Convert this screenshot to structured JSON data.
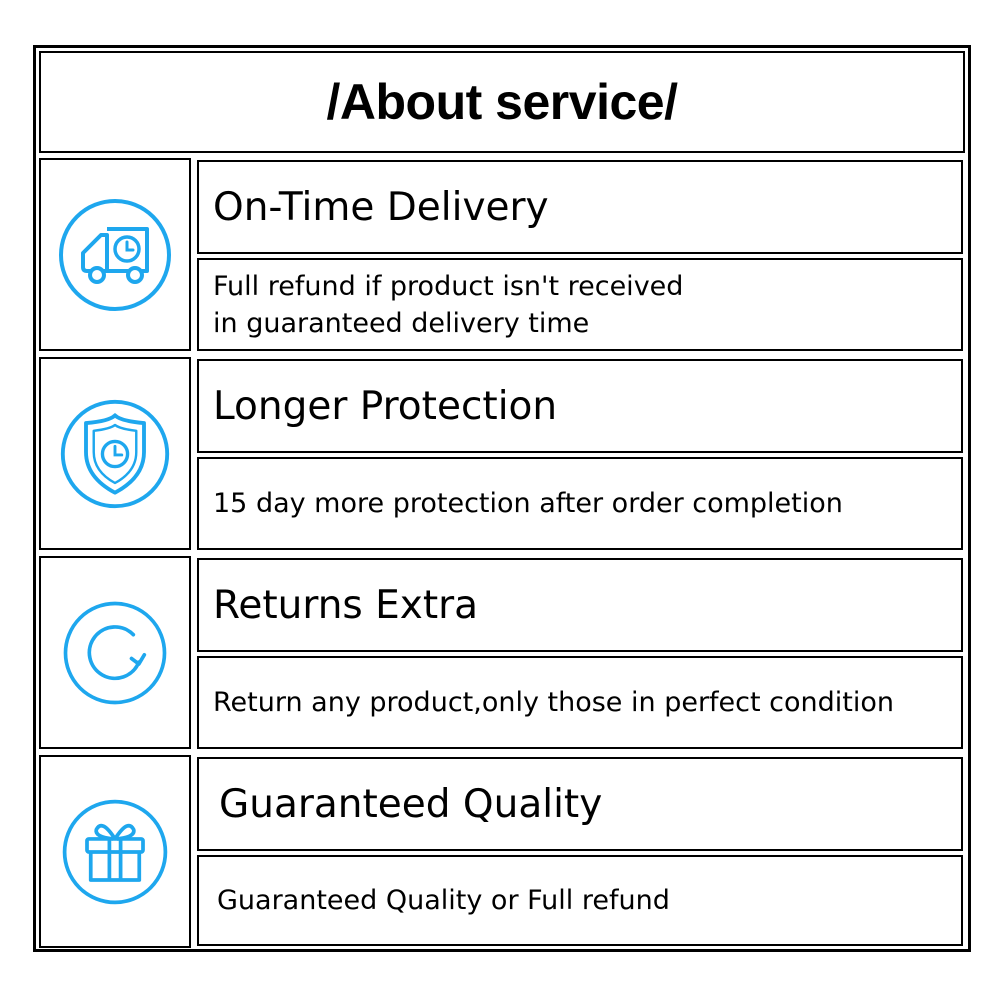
{
  "header": {
    "title": "/About service/"
  },
  "accent_color": "#1ea7ee",
  "services": [
    {
      "icon": "delivery-truck-clock-icon",
      "title": "On-Time Delivery",
      "description": "Full refund if product isn't received\nin guaranteed delivery time"
    },
    {
      "icon": "shield-clock-icon",
      "title": "Longer Protection",
      "description": "15 day more protection after order completion"
    },
    {
      "icon": "refresh-arrow-icon",
      "title": "Returns Extra",
      "description": "Return any product,only those in perfect condition"
    },
    {
      "icon": "gift-box-icon",
      "title": "Guaranteed Quality",
      "description": "Guaranteed Quality or Full refund"
    }
  ]
}
